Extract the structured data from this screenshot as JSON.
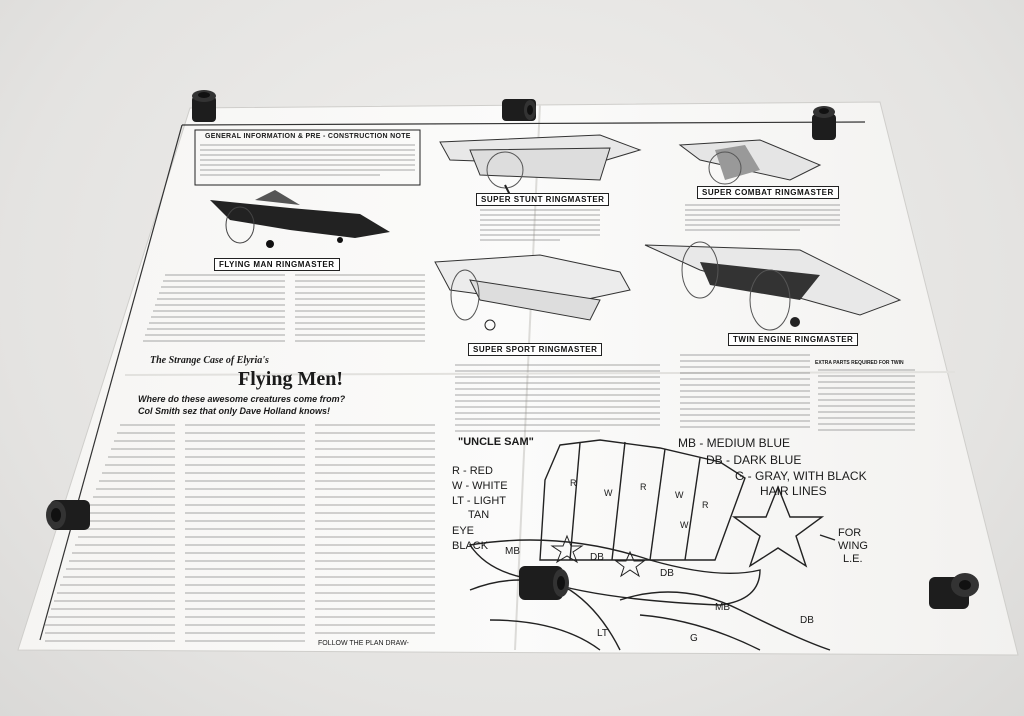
{
  "sheet": {
    "header_box": "GENERAL INFORMATION & PRE - CONSTRUCTION NOTE",
    "planes": [
      {
        "label": "FLYING MAN RINGMASTER"
      },
      {
        "label": "SUPER STUNT RINGMASTER"
      },
      {
        "label": "SUPER COMBAT RINGMASTER"
      },
      {
        "label": "SUPER SPORT RINGMASTER"
      },
      {
        "label": "TWIN ENGINE RINGMASTER"
      }
    ],
    "article": {
      "kicker": "The Strange Case of Elyria's",
      "headline": "Flying Men!",
      "deck_1": "Where do these awesome creatures come from?",
      "deck_2": "Col Smith sez that only Dave Holland knows!"
    },
    "extra_parts_title": "EXTRA PARTS REQUIRED FOR TWIN",
    "uncle_sam": {
      "title": "\"UNCLE SAM\"",
      "legend_left": [
        "R - RED",
        "W - WHITE",
        "LT - LIGHT",
        "TAN",
        "EYE",
        "BLACK"
      ],
      "legend_right": [
        "MB - MEDIUM BLUE",
        "DB - DARK BLUE",
        "G - GRAY, WITH BLACK",
        "HAIR LINES"
      ],
      "star_note": [
        "FOR",
        "WING",
        "L.E."
      ],
      "hat_letters": [
        "R",
        "W",
        "R",
        "W",
        "R",
        "W"
      ],
      "band_letters": [
        "MB",
        "DB",
        "DB",
        "MB",
        "DB",
        "LT",
        "G"
      ],
      "footer_text": "FOLLOW THE PLAN DRAW-"
    }
  }
}
